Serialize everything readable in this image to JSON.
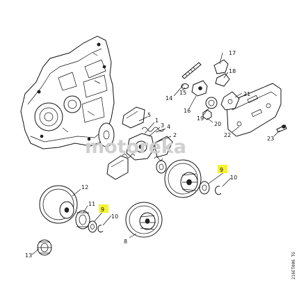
{
  "watermark": {
    "text": "motoreka"
  },
  "doc_code": "216ET006 TG",
  "callouts": {
    "c1": "1",
    "c2": "2",
    "c3": "3",
    "c4": "4",
    "c5": "5",
    "c8": "8",
    "c9a": "9",
    "c9b": "9",
    "c10a": "10",
    "c10b": "10",
    "c11": "11",
    "c12": "12",
    "c13": "13",
    "c14": "14",
    "c15": "15",
    "c16": "16",
    "c17": "17",
    "c18": "18",
    "c19": "19",
    "c20": "20",
    "c21": "21",
    "c22": "22",
    "c23": "23"
  },
  "highlight_color": "#f5f233"
}
